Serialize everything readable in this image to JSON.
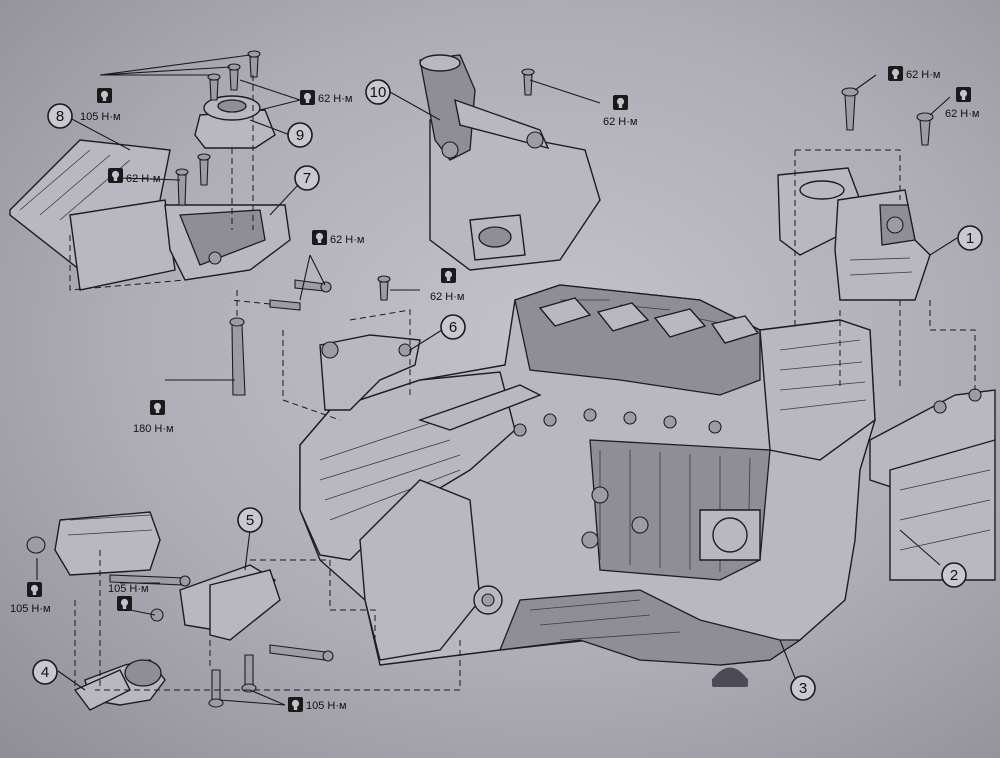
{
  "callouts": [
    "1",
    "2",
    "3",
    "4",
    "5",
    "6",
    "7",
    "8",
    "9",
    "10"
  ],
  "torques": {
    "t62": "62 Н·м",
    "t105": "105 Н·м",
    "t180": "180 Н·м"
  },
  "colors": {
    "paper": "#c4c3cb",
    "ink": "#1a1a1a",
    "logo": "#4d4a58"
  },
  "icons": [
    "torque-wrench-icon",
    "watermark-logo-icon"
  ]
}
